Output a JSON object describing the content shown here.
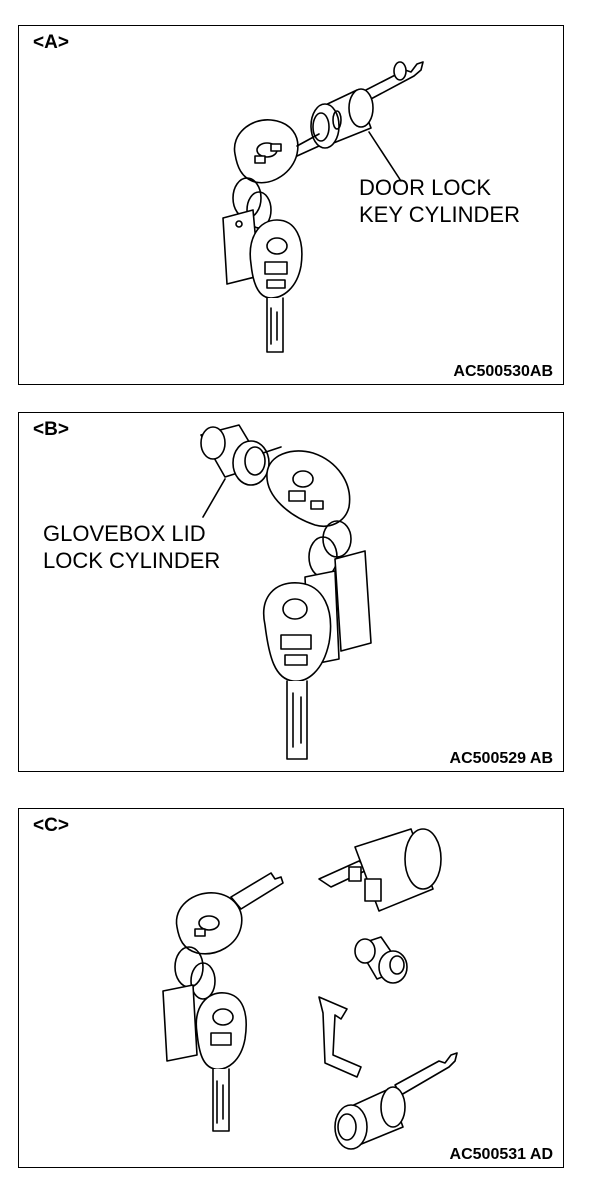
{
  "panels": [
    {
      "tag": "<A>",
      "code": "AC500530AB",
      "callout": [
        "DOOR LOCK",
        "KEY CYLINDER"
      ]
    },
    {
      "tag": "<B>",
      "code": "AC500529 AB",
      "callout": [
        "GLOVEBOX LID",
        "LOCK CYLINDER"
      ]
    },
    {
      "tag": "<C>",
      "code": "AC500531 AD"
    }
  ]
}
